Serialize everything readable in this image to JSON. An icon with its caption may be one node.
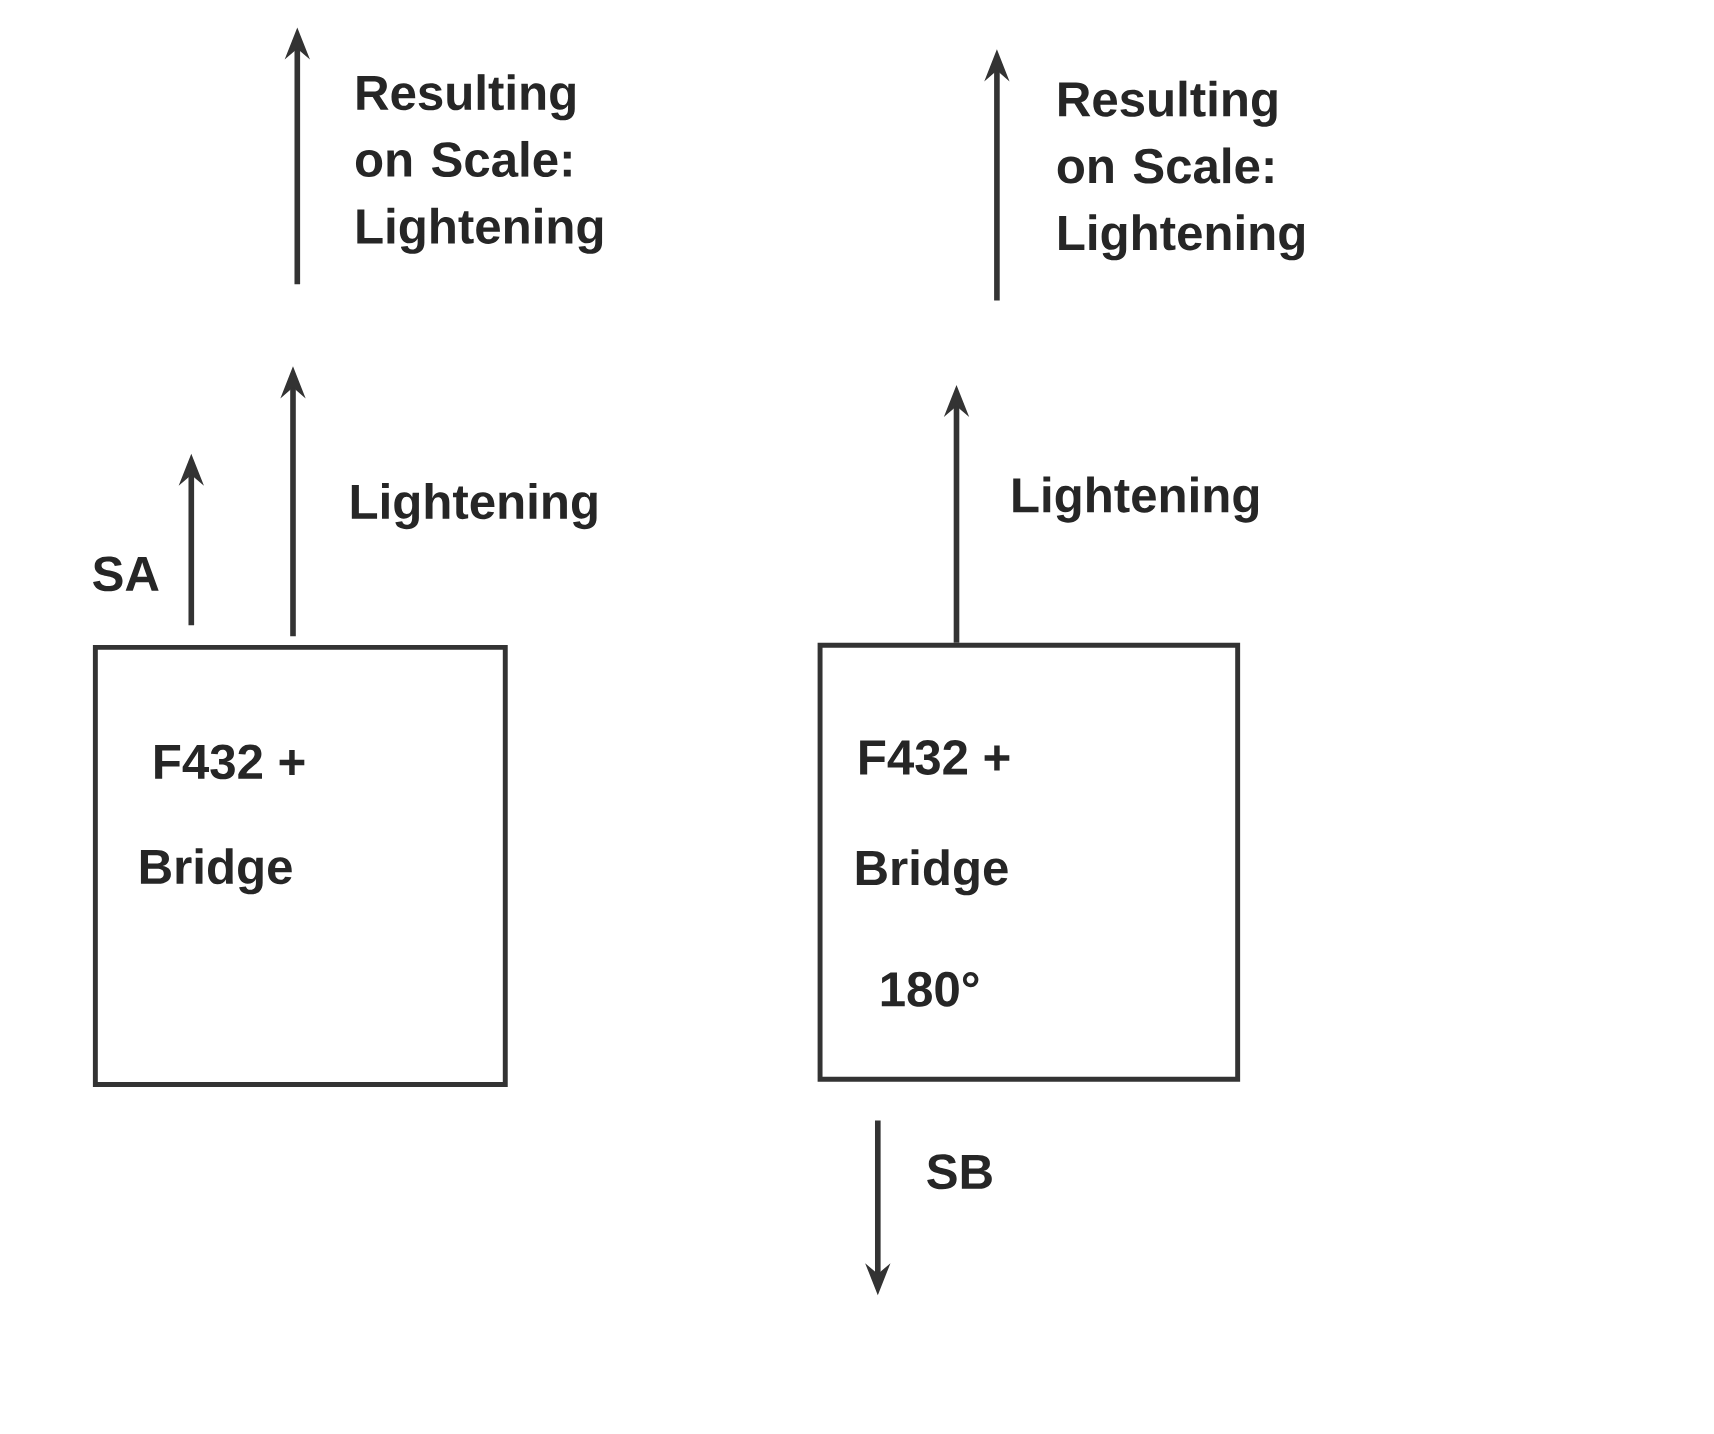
{
  "diagram": {
    "nodes": [
      {
        "text": [
          "F432 +",
          "Bridge"
        ]
      },
      {
        "text": [
          "F432 +",
          "Bridge",
          "180°"
        ]
      }
    ],
    "labels": [
      "Resulting on Scale: Lightening",
      "Resulting on Scale: Lightening",
      "Lightening",
      "Lightening",
      "SA",
      "SB"
    ]
  }
}
